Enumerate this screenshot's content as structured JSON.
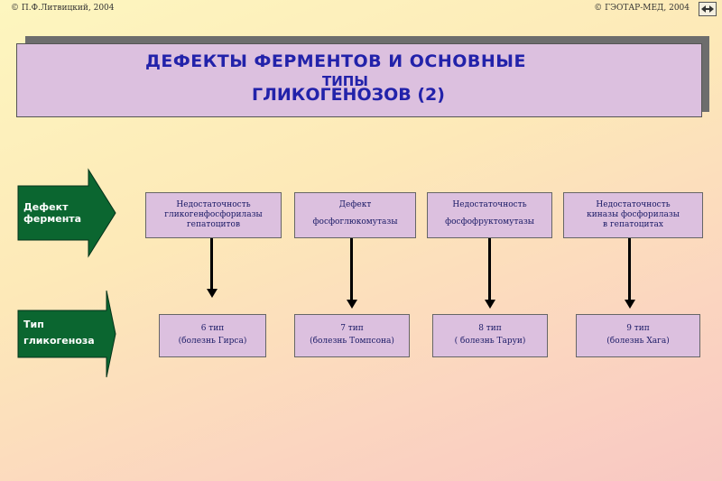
{
  "header": {
    "copyright_left": "© П.Ф.Литвицкий, 2004",
    "copyright_right": "© ГЭОТАР-МЕД, 2004"
  },
  "title": {
    "line1": "ДЕФЕКТЫ  ФЕРМЕНТОВ  И  ОСНОВНЫЕ",
    "overlap": "ТИПЫ",
    "line2": "ГЛИКОГЕНОЗОВ (2)"
  },
  "row_labels": {
    "enzyme_defect": [
      "Дефект",
      "фермента"
    ],
    "glycogenosis_type": [
      "Тип",
      "гликогеноза"
    ]
  },
  "defects": [
    [
      "Недостаточность",
      "гликогенфосфорилазы",
      "гепатоцитов"
    ],
    [
      "Дефект",
      "",
      "фосфоглюкомутазы"
    ],
    [
      "Недостаточность",
      "",
      "фосфофруктомутазы"
    ],
    [
      "Недостаточность",
      "киназы фосфорилазы",
      "в гепатоцитах"
    ]
  ],
  "types": [
    [
      "6  тип",
      "(болезнь Гирса)"
    ],
    [
      "7  тип",
      "(болезнь Томпсона)"
    ],
    [
      "8  тип",
      "( болезнь Таруи)"
    ],
    [
      "9  тип",
      "(болезнь Хага)"
    ]
  ],
  "colors": {
    "box_fill": "#dcc0df",
    "title_text": "#2222aa",
    "arrow_green": "#0b6630"
  }
}
